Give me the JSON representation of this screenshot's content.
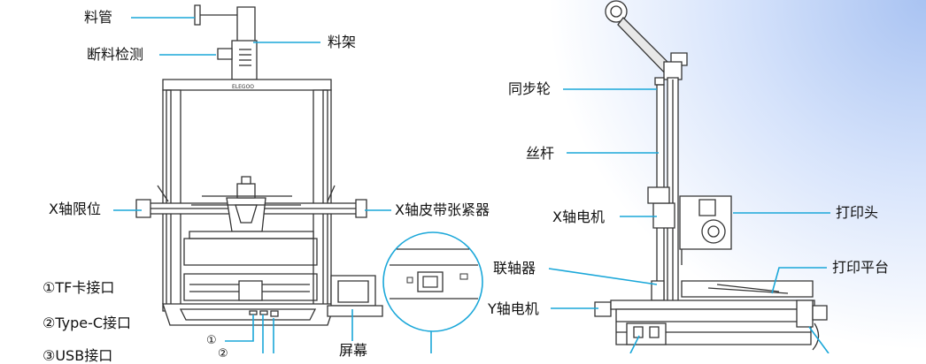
{
  "front_labels": {
    "spool_tube": "料管",
    "filament_sensor": "断料检测",
    "spool_holder": "料架",
    "x_limit": "X轴限位",
    "x_belt_tensioner": "X轴皮带张紧器",
    "screen": "屏幕"
  },
  "side_labels": {
    "sync_wheel": "同步轮",
    "lead_screw": "丝杆",
    "x_motor": "X轴电机",
    "print_head": "打印头",
    "coupler": "联轴器",
    "print_bed": "打印平台",
    "y_motor": "Y轴电机"
  },
  "ports": [
    {
      "marker": "①",
      "text": "TF卡接口"
    },
    {
      "marker": "②",
      "text": "Type-C接口"
    },
    {
      "marker": "③",
      "text": "USB接口"
    }
  ],
  "callout_markers": [
    "①",
    "②"
  ],
  "machine_brand": "ELEGOO",
  "colors": {
    "callout_line": "#1aa7d9",
    "machine_line": "#333333",
    "gradient": "#a9c3f2"
  }
}
